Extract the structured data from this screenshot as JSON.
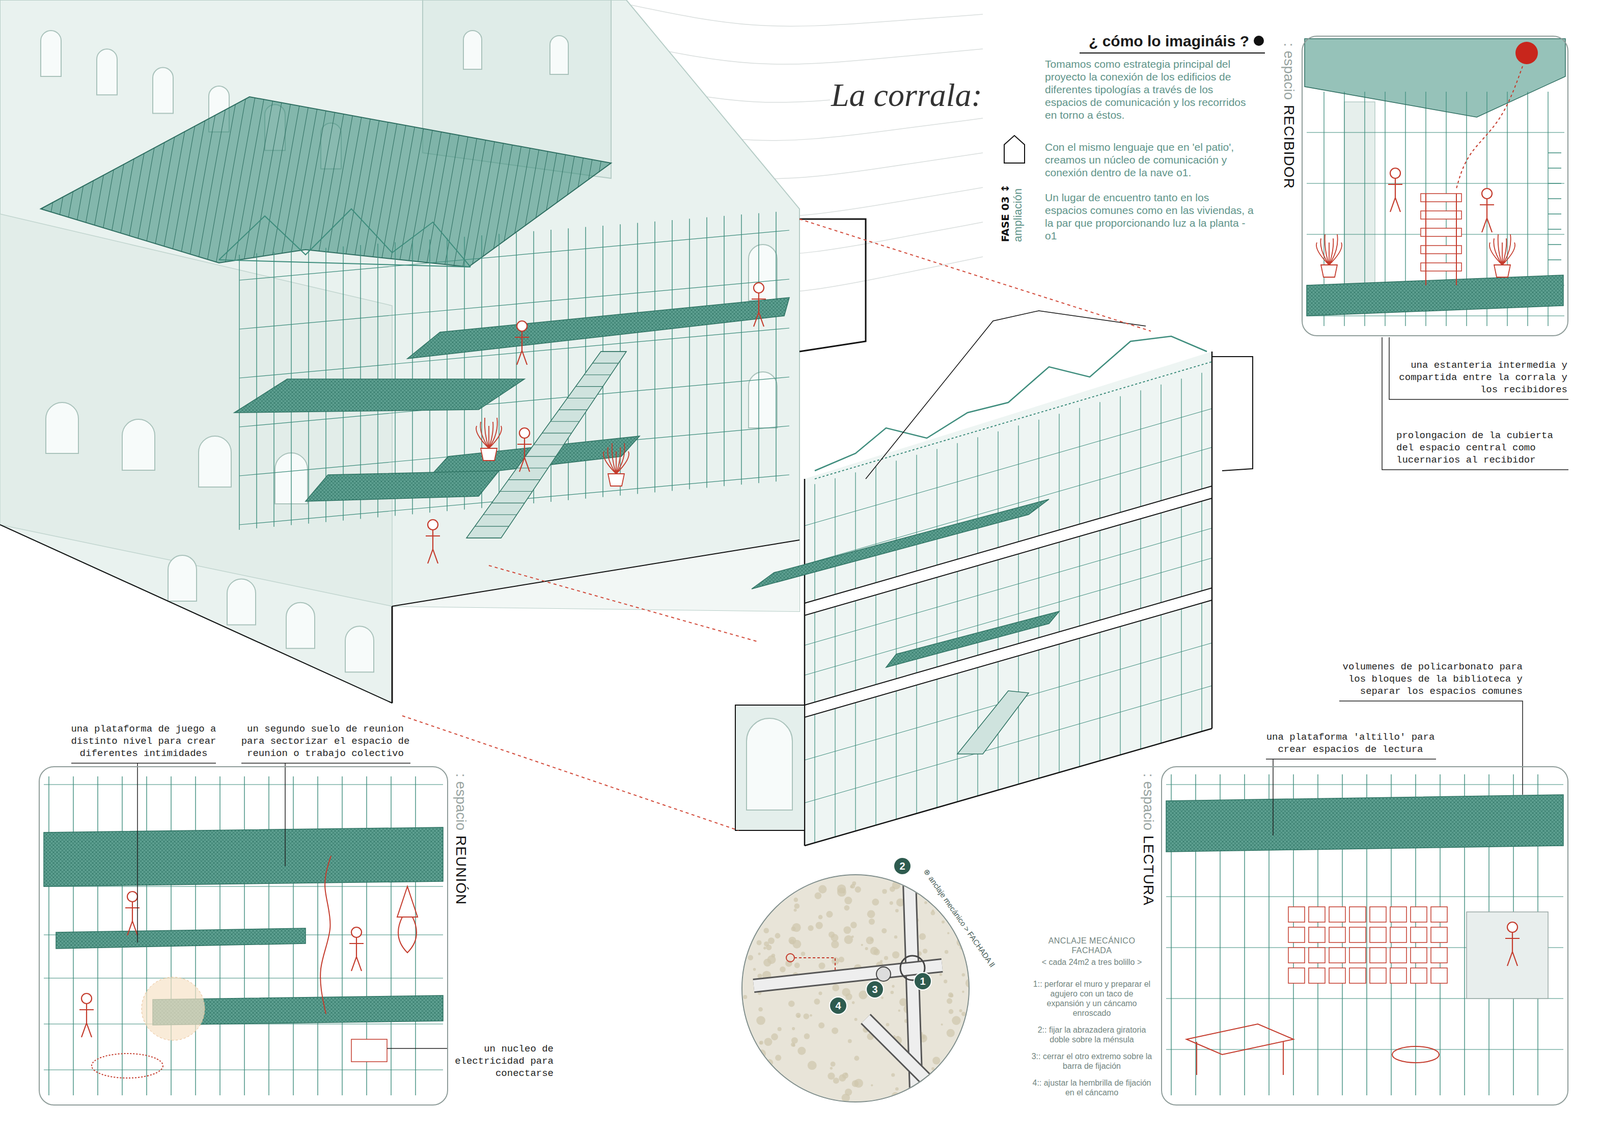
{
  "diagram": {
    "title": "¿ cómo lo imagináis ?",
    "nodes": [
      {
        "text": [
          ": espacio",
          "RECIBIDOR"
        ]
      },
      {
        "text": [
          ": espacio",
          "REUNIÓN"
        ]
      },
      {
        "text": [
          "⊕ anclaje mecánico > FACHADA ll"
        ]
      },
      {
        "text": [
          "2"
        ],
        "in": 2
      },
      {
        "text": [
          "1"
        ],
        "in": 2
      },
      {
        "text": [
          "3"
        ],
        "in": 2
      },
      {
        "text": [
          "4"
        ],
        "in": 2
      },
      {
        "text": [
          ": espacio",
          "LECTURA"
        ]
      }
    ],
    "labels": [
      "La corrala:",
      "Tomamos como estrategia principal del proyecto la conexión de los edificios de diferentes tipologías a través de los espacios de comunicación y los recorridos en torno a éstos.",
      "Con el mismo lenguaje que en 'el patio', creamos un núcleo de comunicación y conexión dentro de la nave o1.",
      "Un lugar de encuentro tanto en los espacios comunes como en las viviendas, a la par que proporcionando luz a la planta -o1",
      "FASE 03 ↕",
      "ampliación",
      "una estanteria intermedia y compartida entre la corrala y los recibidores",
      "prolongacion de la cubierta del espacio central como lucernarios al recibidor",
      "volumenes de policarbonato para los bloques de la biblioteca y separar los espacios comunes",
      "una plataforma 'altillo' para crear espacios de lectura",
      "una plataforma de juego a distinto nivel para crear diferentes intimidades",
      "un segundo suelo de reunion para sectorizar el espacio de reunion o trabajo colectivo",
      "un nucleo de electricidad para conectarse",
      "ANCLAJE MECÁNICO FACHADA",
      "< cada 24m2 a tres bolillo >",
      "1:: perforar el muro y preparar el agujero con un taco de expansión y un cáncamo enroscado",
      "2:: fijar la abrazadera giratoria doble sobre la ménsula",
      "3:: cerrar el otro extremo sobre la barra de fijación",
      "4:: ajustar la hembrilla de fijación en el cáncamo"
    ]
  }
}
